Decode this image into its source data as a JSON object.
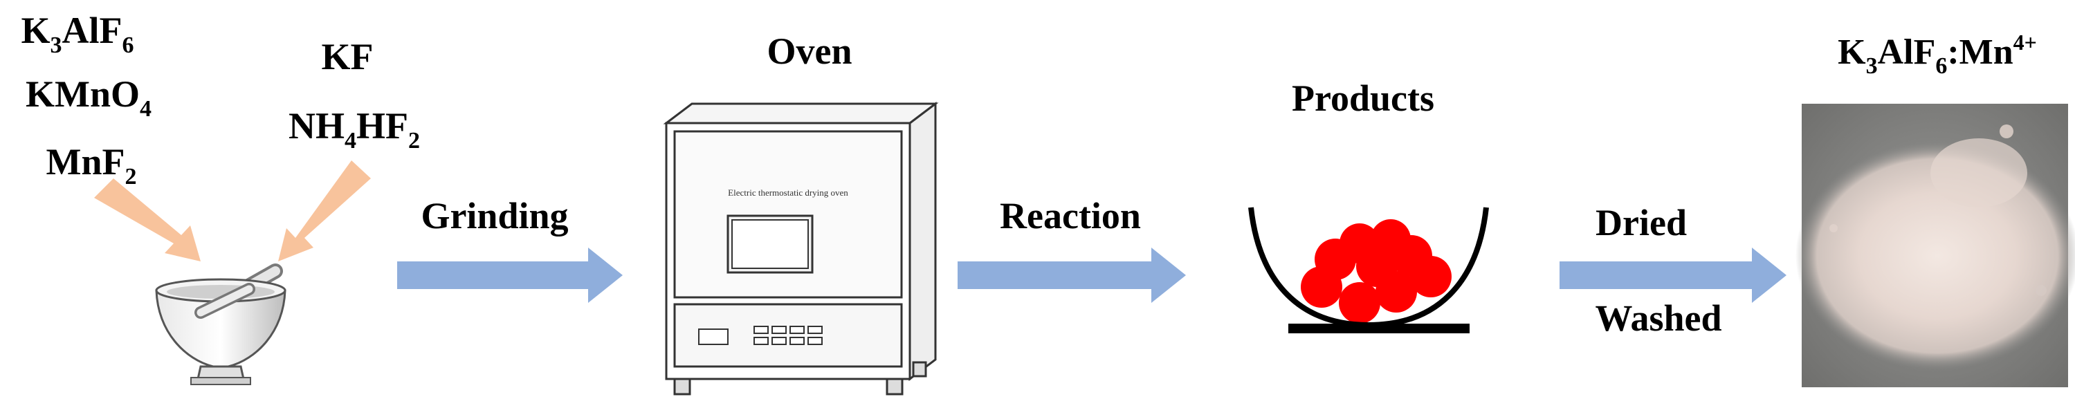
{
  "reagents": {
    "left": {
      "line1": {
        "base": "K",
        "sub1": "3",
        "mid": "AlF",
        "sub2": "6"
      },
      "line2": {
        "base": "KMnO",
        "sub": "4"
      },
      "line3": {
        "base": "MnF",
        "sub": "2"
      }
    },
    "right": {
      "line1": {
        "text": "KF"
      },
      "line2": {
        "base1": "NH",
        "sub1": "4",
        "base2": "HF",
        "sub2": "2"
      }
    }
  },
  "steps": {
    "grinding": "Grinding",
    "oven_title": "Oven",
    "oven_panel_text": "Electric thermostatic drying oven",
    "reaction": "Reaction",
    "products": "Products",
    "dried": "Dried",
    "washed": "Washed"
  },
  "product": {
    "base": "K",
    "sub1": "3",
    "mid": "AlF",
    "sub2": "6",
    "rest": ":Mn",
    "sup": "4+"
  },
  "colors": {
    "reagent_arrow": "#f8c39c",
    "process_arrow": "#8faedc",
    "product_spheres": "#ff0000",
    "powder_background": "#8c8c8a",
    "powder_color": "#e6d7d0"
  }
}
